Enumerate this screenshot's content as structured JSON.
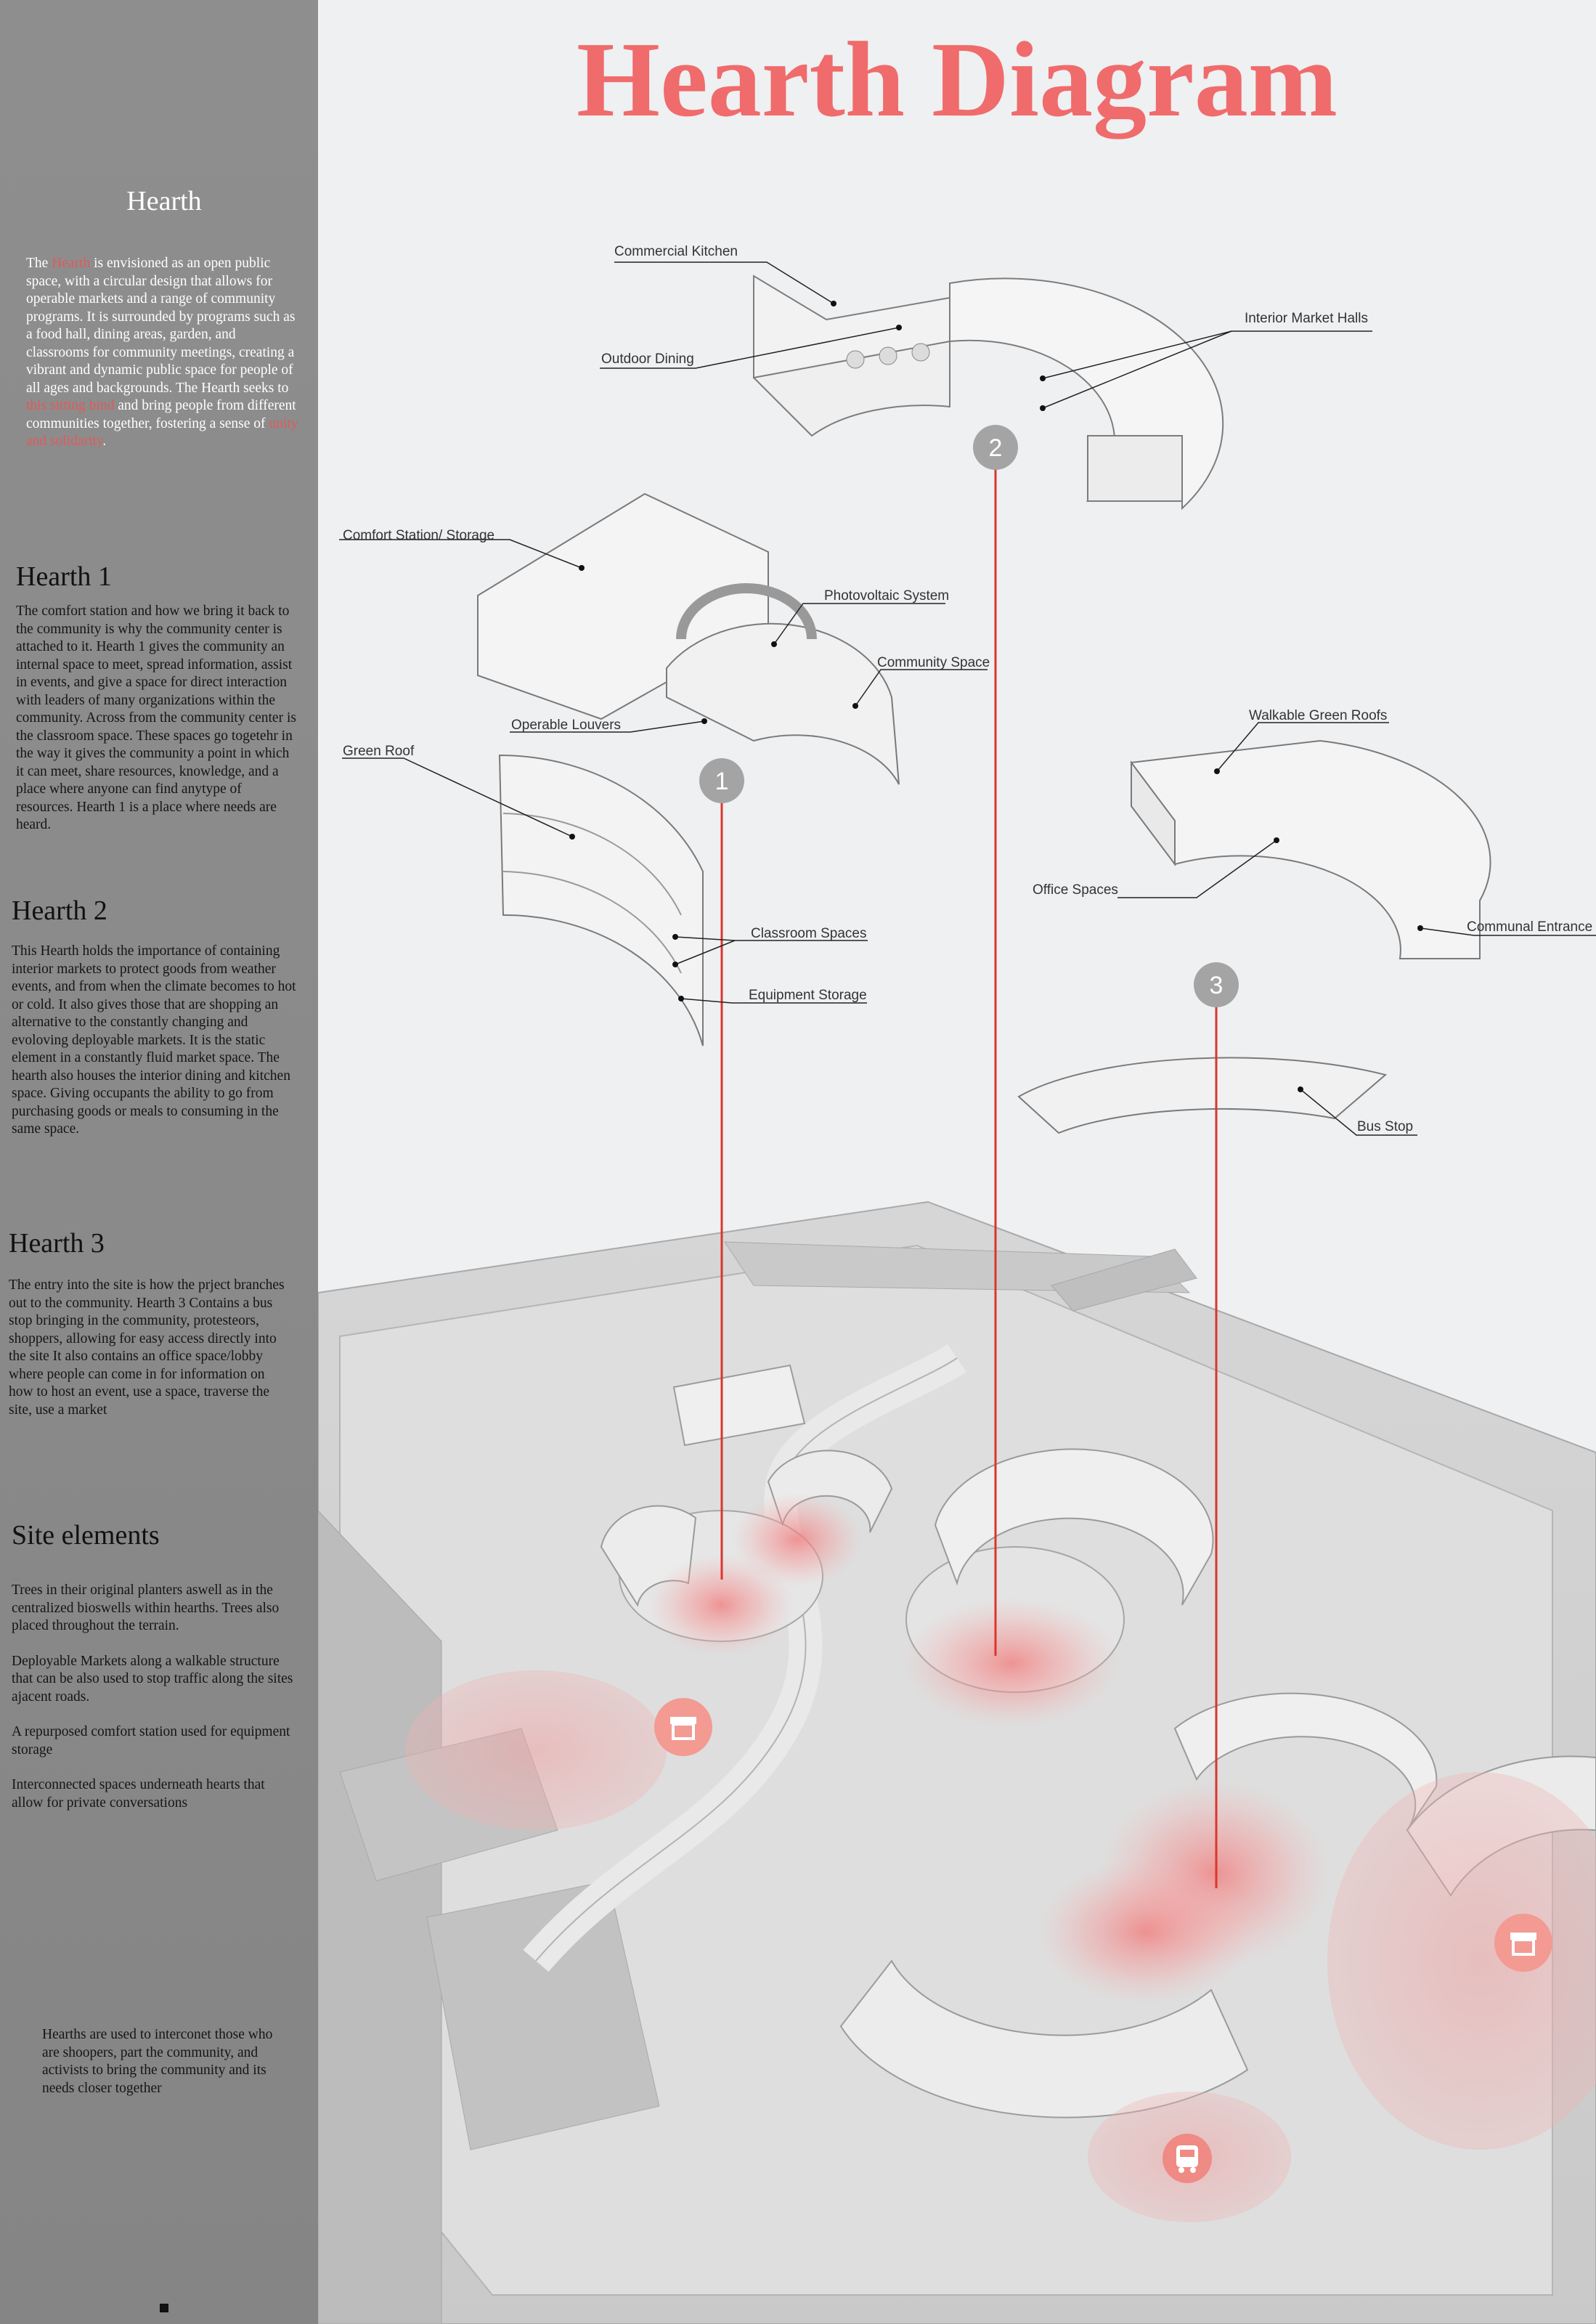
{
  "title": "Hearth Diagram",
  "sidebar": {
    "intro": {
      "heading": "Hearth",
      "t1": "The ",
      "hl1": "Hearth",
      "t2": " is envisioned as an open public space, with a circular design that allows for operable markets and a range of community programs. It is surrounded by programs such as a food hall, dining areas, garden, and classrooms for community meetings, creating a vibrant and dynamic public space for people of all ages and backgrounds. The Hearth seeks to ",
      "hl2": "this sitting bind",
      "t3": " and bring people from different communities together, fostering a sense of ",
      "hl3": "unity and solidarity",
      "t4": "."
    },
    "hearth1": {
      "heading": "Hearth 1",
      "text": " The comfort station and how we bring it back to the community is why the community center is attached to it. Hearth 1 gives the community an internal space to meet, spread information, assist in events, and give a space for direct interaction with leaders of many organizations within the community. Across from the community center is the classroom space. These spaces go togetehr in the way it gives the community a point in which it can meet, share resources, knowledge, and a place where anyone can find anytype of resources. Hearth 1 is a place where needs are heard."
    },
    "hearth2": {
      "heading": "Hearth 2",
      "text": "This Hearth holds the importance of containing interior markets to protect goods from weather events, and from when the climate becomes to hot or cold. It also gives those that are shopping an alternative to the constantly changing and evoloving deployable markets. It is the static element in a constantly fluid market space. The hearth also houses the interior dining and kitchen space. Giving occupants the ability to go from purchasing goods or meals to consuming in the same space."
    },
    "hearth3": {
      "heading": "Hearth 3",
      "text": "The entry into the site is how the prject branches out to the community. Hearth 3 Contains a bus stop bringing in the community, protesteors, shoppers, allowing for easy access directly into the site It also contains an office space/lobby where people can come in for information on how to host an event, use a space, traverse the site, use a market"
    },
    "site": {
      "heading": "Site elements",
      "p1": "Trees in their original planters aswell as in the centralized bioswells within hearths. Trees also placed throughout the terrain.",
      "p2": "Deployable Markets along a walkable structure that can be also used to stop traffic along the sites ajacent roads.",
      "p3": "A repurposed comfort station used for equipment storage",
      "p4": "Interconnected spaces underneath hearts that allow for private conversations"
    },
    "closing": "Hearths are used to interconet those who are shoopers, part the community, and activists to bring the community and its needs closer together"
  },
  "labels": {
    "commercial_kitchen": "Commercial Kitchen",
    "interior_market_halls": "Interior Market Halls",
    "outdoor_dining": "Outdoor Dining",
    "comfort_station": "Comfort Station/ Storage",
    "photovoltaic": "Photovoltaic System",
    "community_space": "Community Space",
    "operable_louvers": "Operable Louvers",
    "green_roof": "Green Roof",
    "classroom_spaces": "Classroom Spaces",
    "equipment_storage": "Equipment Storage",
    "walkable_green_roofs": "Walkable Green Roofs",
    "office_spaces": "Office Spaces",
    "communal_entrance": "Communal Entrance",
    "bus_stop": "Bus Stop"
  },
  "markers": {
    "m1": "1",
    "m2": "2",
    "m3": "3"
  },
  "colors": {
    "accent": "#f06b6b",
    "line": "#d9362f",
    "sidebar": "#8a8a8a"
  },
  "icons": {
    "market": "market-stall-icon",
    "bus": "bus-icon"
  }
}
